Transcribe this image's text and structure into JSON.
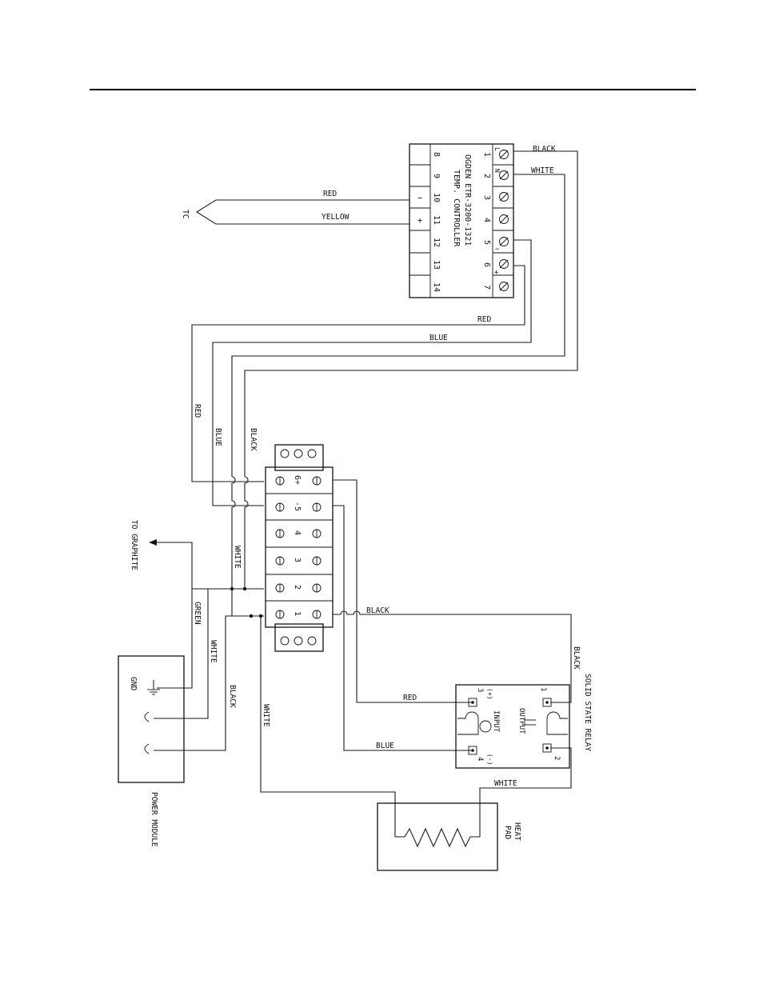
{
  "controller": {
    "title_line1": "OGDEN ETR-3200-1321",
    "title_line2": "TEMP. CONTROLLER",
    "right_numbers": [
      "1",
      "2",
      "3",
      "4",
      "5",
      "6",
      "7"
    ],
    "left_numbers": [
      "8",
      "9",
      "10",
      "11",
      "12",
      "13",
      "14"
    ],
    "tc_minus": "−",
    "tc_plus": "+",
    "pin_l": "L",
    "pin_n": "N",
    "out_minus": "−",
    "out_plus": "+"
  },
  "terminal_block": {
    "numbers": [
      "6+",
      "-5",
      "4",
      "3",
      "2",
      "1"
    ]
  },
  "relay": {
    "title": "SOLID STATE RELAY",
    "input": "INPUT",
    "output": "OUTPUT",
    "pin3": "3",
    "pin3_sign": "(+)",
    "pin4": "4",
    "pin4_sign": "(-)",
    "pin1": "1",
    "pin2": "2"
  },
  "power_module": {
    "label": "POWER MODULE",
    "gnd": "GND"
  },
  "heat_pad": {
    "line1": "HEAT",
    "line2": "PAD"
  },
  "thermocouple": "TC",
  "to_graphite": "TO GRAPHITE",
  "wire_labels": {
    "black_top": "BLACK",
    "white_top": "WHITE",
    "red_tc": "RED",
    "yellow_tc": "YELLOW",
    "red_h": "RED",
    "blue_h": "BLUE",
    "red_v": "RED",
    "blue_v": "BLUE",
    "black_v": "BLACK",
    "white_v": "WHITE",
    "green_v": "GREEN",
    "white_pm": "WHITE",
    "black_pm": "BLACK",
    "white_long": "WHITE",
    "black_relay_h": "BLACK",
    "black_relay_v": "BLACK",
    "red_relay": "RED",
    "blue_relay": "BLUE",
    "white_pad": "WHITE"
  }
}
